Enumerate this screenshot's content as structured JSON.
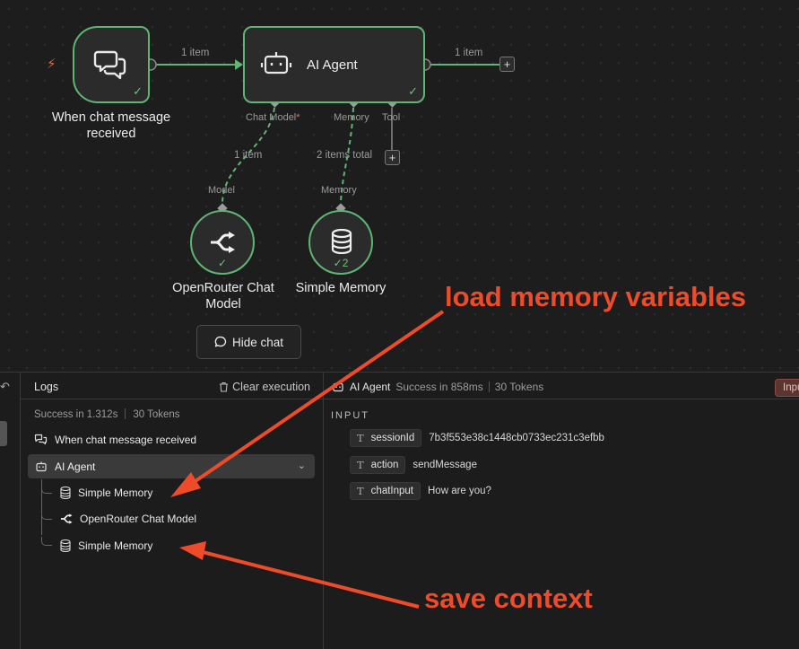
{
  "canvas": {
    "trigger_node": {
      "name": "When chat message received",
      "icon": "chat-bubbles-icon"
    },
    "agent_node": {
      "name": "AI Agent",
      "icon": "robot-icon"
    },
    "model_node": {
      "name": "OpenRouter Chat Model",
      "icon": "openrouter-icon"
    },
    "memory_node": {
      "name": "Simple Memory",
      "icon": "database-icon",
      "run_count": "2"
    },
    "edges": {
      "trigger_to_agent": "1 item",
      "agent_out": "1 item",
      "model_link": "1 item",
      "memory_link": "2 items total"
    },
    "ports": {
      "chat_model": "Chat Model",
      "chat_model_required": "*",
      "memory": "Memory",
      "tool": "Tool",
      "model_in": "Model",
      "memory_in": "Memory"
    },
    "hide_chat_label": "Hide chat",
    "plus": "+",
    "checkmark": "✓"
  },
  "logs": {
    "title": "Logs",
    "clear_label": "Clear execution",
    "summary_status": "Success in 1.312s",
    "summary_tokens": "30 Tokens",
    "items": [
      {
        "label": "When chat message received",
        "icon": "chat-bubbles-icon"
      },
      {
        "label": "AI Agent",
        "icon": "robot-icon"
      },
      {
        "label": "Simple Memory",
        "icon": "database-icon"
      },
      {
        "label": "OpenRouter Chat Model",
        "icon": "openrouter-icon"
      },
      {
        "label": "Simple Memory",
        "icon": "database-icon"
      }
    ]
  },
  "detail": {
    "node_name": "AI Agent",
    "status": "Success in 858ms",
    "tokens": "30 Tokens",
    "input_tab": "Input",
    "input_heading": "INPUT",
    "fields": [
      {
        "type": "T",
        "key": "sessionId",
        "value": "7b3f553e38c1448cb0733ec231c3efbb"
      },
      {
        "type": "T",
        "key": "action",
        "value": "sendMessage"
      },
      {
        "type": "T",
        "key": "chatInput",
        "value": "How are you?"
      }
    ]
  },
  "annotations": {
    "load": "load memory variables",
    "save": "save context"
  },
  "colors": {
    "success_green": "#5fb574",
    "annotation_red": "#ee4b2b",
    "trigger_bolt": "#e8614b"
  }
}
